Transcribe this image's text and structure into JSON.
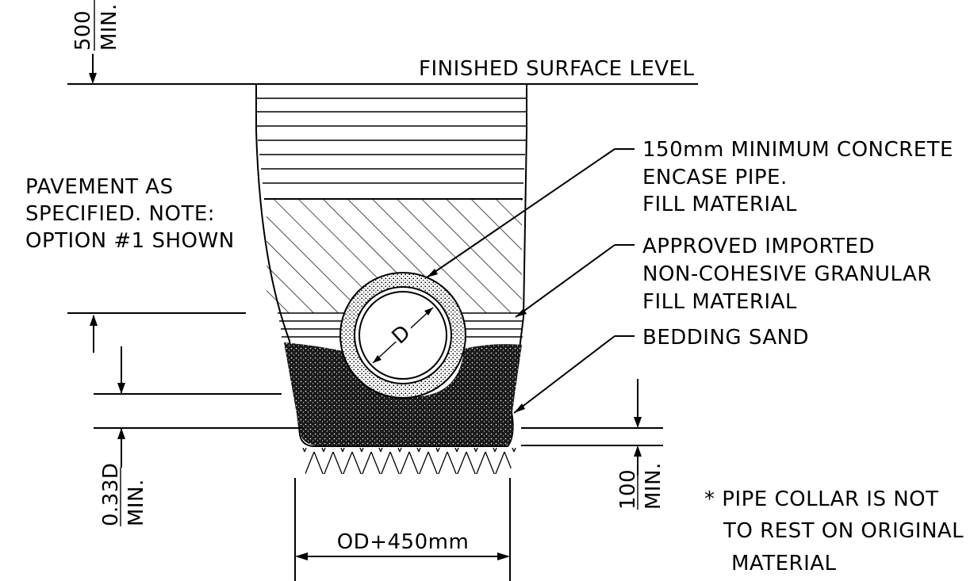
{
  "diagram": {
    "surface_label": "FINISHED SURFACE LEVEL",
    "pavement_note": [
      "PAVEMENT AS",
      "SPECIFIED. NOTE:",
      "OPTION #1 SHOWN"
    ],
    "concrete_note": [
      "150mm MINIMUM CONCRETE",
      "ENCASE PIPE.",
      "FILL MATERIAL"
    ],
    "fill_note": [
      "APPROVED IMPORTED",
      "NON-COHESIVE GRANULAR",
      "FILL MATERIAL"
    ],
    "bedding_label": "BEDDING SAND",
    "pipe_label": "D",
    "dim_top": [
      "500",
      "MIN."
    ],
    "dim_left": [
      "0.33D",
      "MIN."
    ],
    "dim_right": [
      "100",
      "MIN."
    ],
    "dim_width": "OD+450mm",
    "collar_note": [
      "* PIPE COLLAR IS NOT",
      "TO REST ON ORIGINAL",
      "MATERIAL"
    ]
  }
}
